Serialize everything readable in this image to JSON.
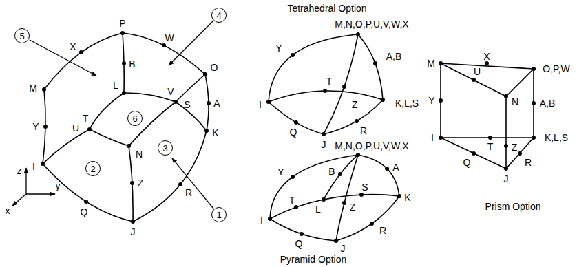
{
  "diagram": {
    "nodes": [
      {
        "text": [
          "4"
        ]
      },
      {
        "text": [
          "5"
        ]
      },
      {
        "text": [
          "6"
        ]
      },
      {
        "text": [
          "3"
        ]
      },
      {
        "text": [
          "2"
        ]
      },
      {
        "text": [
          "1"
        ]
      }
    ],
    "labels": [
      "P",
      "W",
      "X",
      "M",
      "B",
      "L",
      "O",
      "A",
      "Y",
      "T",
      "U",
      "V",
      "S",
      "K",
      "N",
      "I",
      "Z",
      "R",
      "Q",
      "J",
      "z",
      "y",
      "x",
      "Tetrahedral Option",
      "M,N,O,P,U,V,W,X",
      "A,B",
      "Y",
      "T",
      "Z",
      "K,L,S",
      "I",
      "Q",
      "R",
      "J",
      "M",
      "X",
      "O,P,W",
      "U",
      "N",
      "Y",
      "A,B",
      "I",
      "T",
      "Z",
      "K,L,S",
      "Q",
      "R",
      "J",
      "Prism Option",
      "M,N,O,P,U,V,W,X",
      "Y",
      "A",
      "B",
      "T",
      "S",
      "Z",
      "L",
      "K",
      "I",
      "R",
      "Q",
      "J",
      "Pyramid Option"
    ]
  }
}
